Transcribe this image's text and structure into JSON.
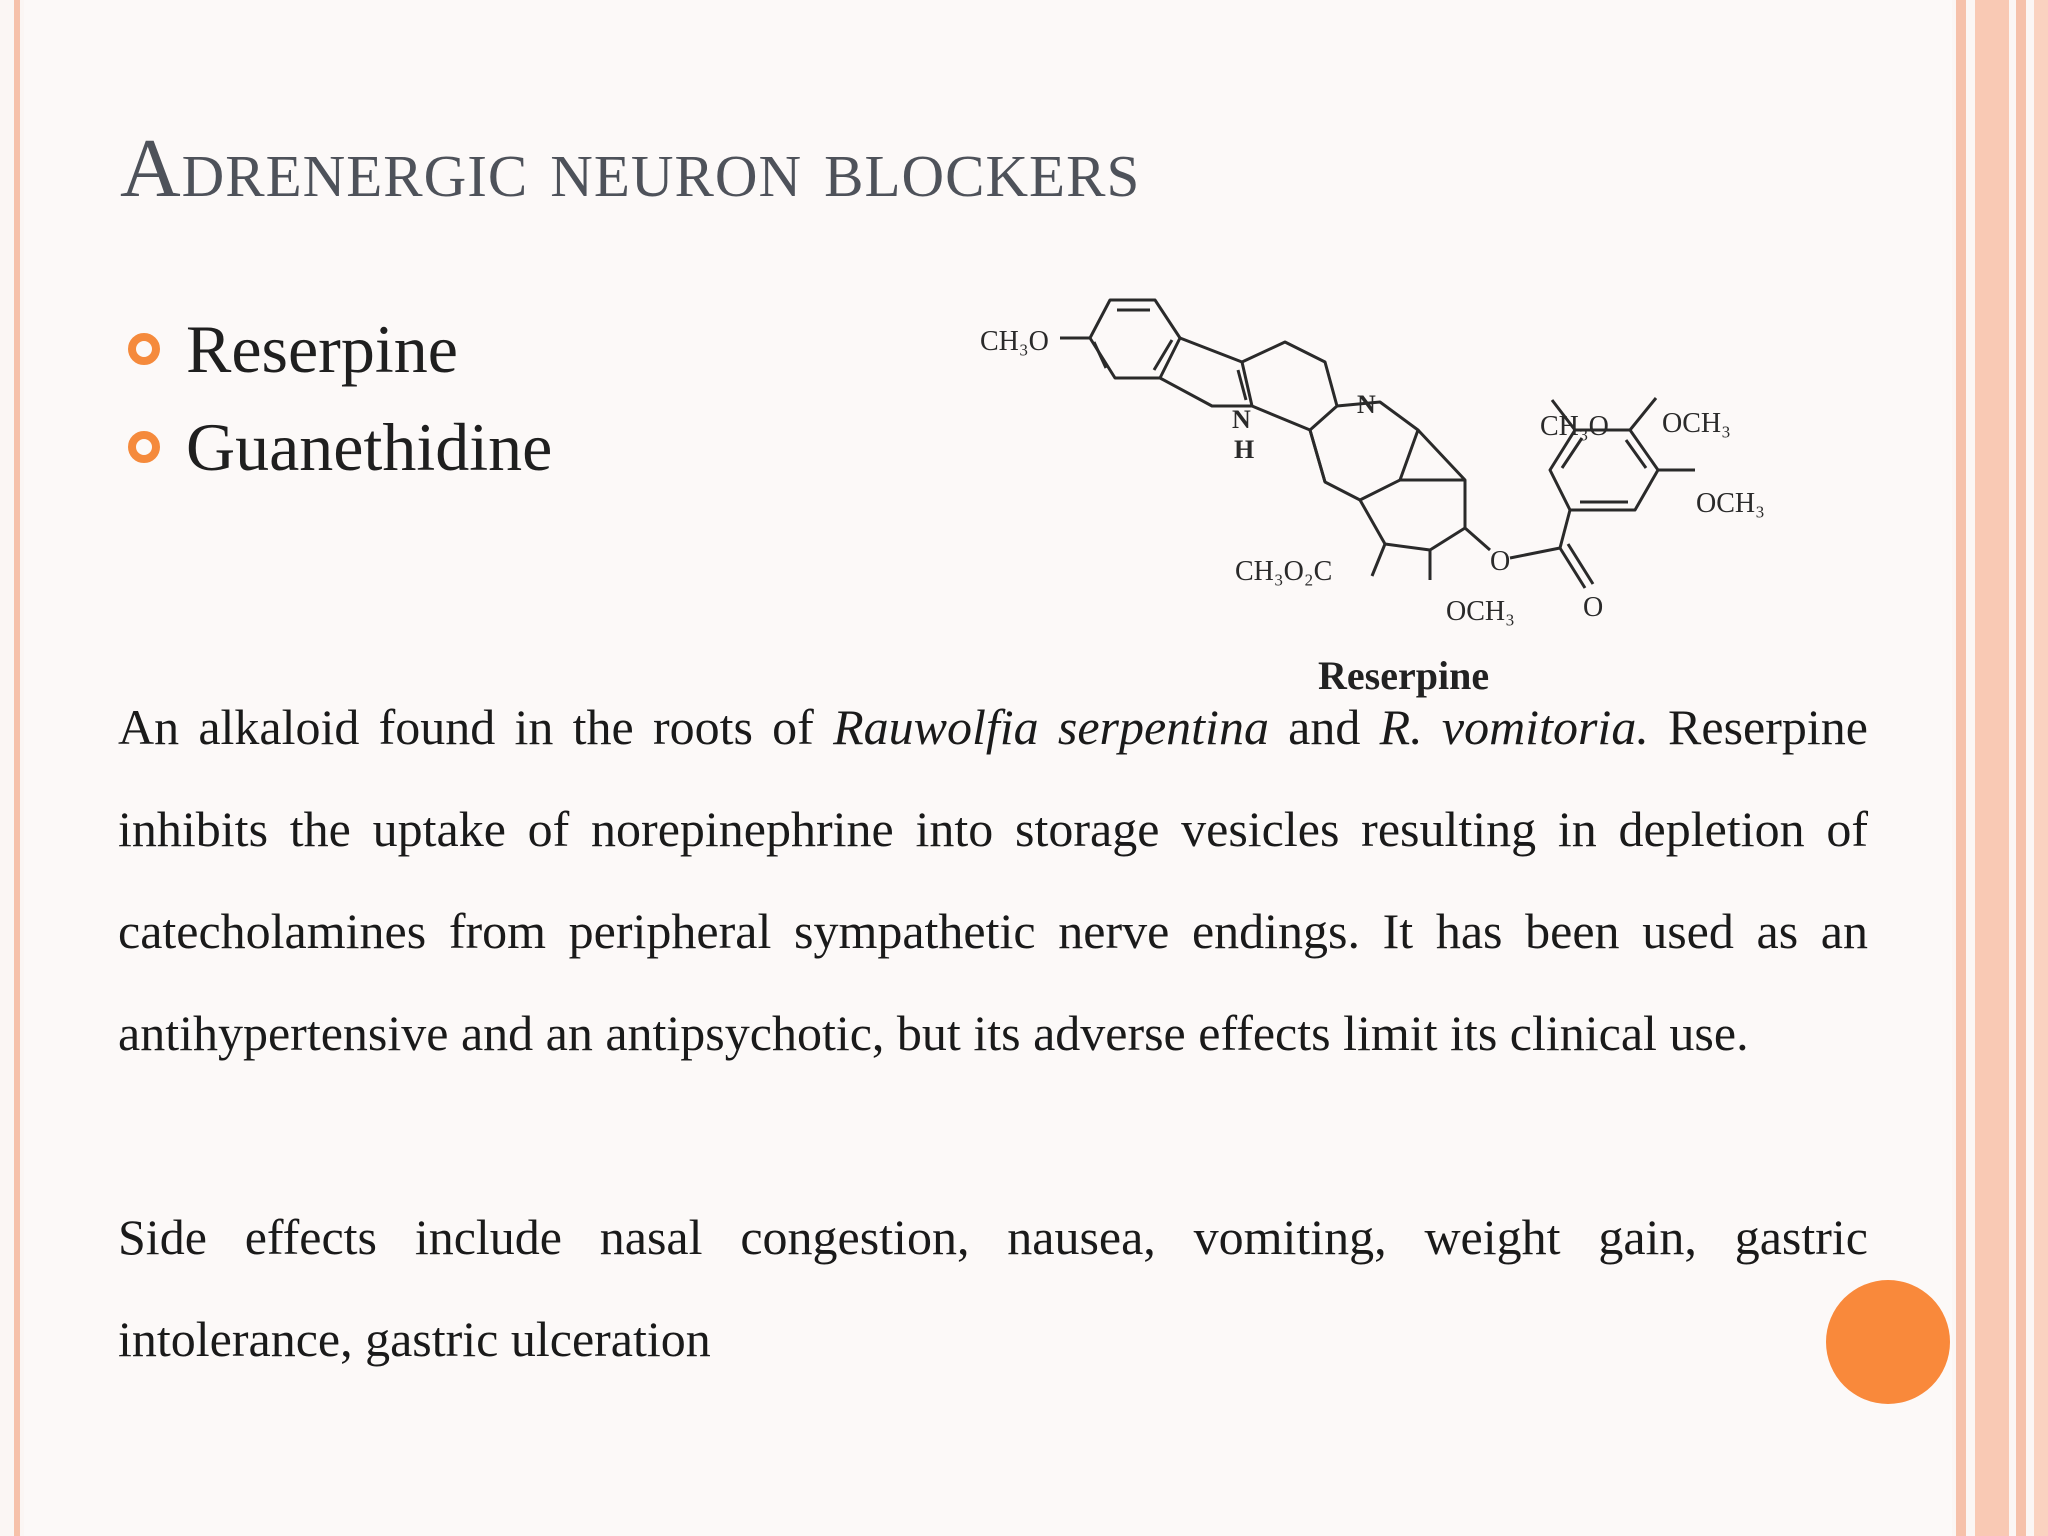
{
  "slide": {
    "title": "Adrenergic neuron blockers",
    "bullets": [
      "Reserpine",
      "Guanethidine"
    ],
    "structure": {
      "caption": "Reserpine",
      "labels": {
        "ch3o_left": "CH₃O",
        "nh_n": "N",
        "nh_h": "H",
        "n_ring": "N",
        "ch3o_right": "CH₃O",
        "och3_top": "OCH₃",
        "och3_right": "OCH₃",
        "ester": "CH₃O₂C",
        "och3_bottom": "OCH₃",
        "o_link": "O",
        "o_carbonyl": "O"
      }
    },
    "paragraph1": {
      "part1": "An alkaloid found in the roots of ",
      "italic1": "Rauwolfia serpentina",
      "part2": " and ",
      "italic2": "R. vomitoria.",
      "part3": " Reserpine inhibits the uptake of norepinephrine into storage vesicles resulting in depletion of catecholamines from peripheral sympathetic nerve endings. It has been used as an antihypertensive and an antipsychotic, but its adverse effects limit its clinical use."
    },
    "paragraph2": "Side effects include nasal congestion, nausea, vomiting, weight gain, gastric intolerance, gastric ulceration",
    "colors": {
      "accent": "#f58a3c",
      "stripe": "#f6c1aa",
      "title": "#4e525a",
      "background": "#fcf9f8"
    }
  }
}
